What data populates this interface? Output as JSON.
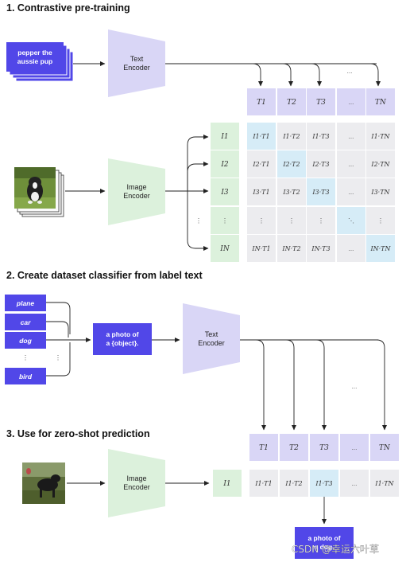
{
  "sections": {
    "s1": "1. Contrastive pre-training",
    "s2": "2. Create dataset classifier from label text",
    "s3": "3. Use for zero-shot prediction"
  },
  "text_input": [
    "pepper the",
    "aussie pup"
  ],
  "text_encoder": [
    "Text",
    "Encoder"
  ],
  "image_encoder": [
    "Image",
    "Encoder"
  ],
  "t_tokens": [
    "T1",
    "T2",
    "T3",
    "...",
    "TN"
  ],
  "i_tokens": [
    "I1",
    "I2",
    "I3",
    "⋮",
    "IN"
  ],
  "matrix": [
    [
      "I1·T1",
      "I1·T2",
      "I1·T3",
      "...",
      "I1·TN"
    ],
    [
      "I2·T1",
      "I2·T2",
      "I2·T3",
      "...",
      "I2·TN"
    ],
    [
      "I3·T1",
      "I3·T2",
      "I3·T3",
      "...",
      "I3·TN"
    ],
    [
      "⋮",
      "⋮",
      "⋮",
      "⋱",
      "⋮"
    ],
    [
      "IN·T1",
      "IN·T2",
      "IN·T3",
      "...",
      "IN·TN"
    ]
  ],
  "labels": [
    "plane",
    "car",
    "dog",
    "⋮",
    "bird"
  ],
  "template": [
    "a photo of",
    "a {object}."
  ],
  "s2_dots": "...",
  "s3_i": "I1",
  "s3_row": [
    "I1·T1",
    "I1·T2",
    "I1·T3",
    "...",
    "I1·TN"
  ],
  "result": [
    "a photo of",
    "a dog."
  ],
  "watermark": "CSDN @幸运六叶草",
  "colors": {
    "purple": "#d9d6f6",
    "green": "#dcf1dc",
    "blue": "#5147e8",
    "highlight": "#d6ecf7",
    "gray": "#ececef"
  }
}
